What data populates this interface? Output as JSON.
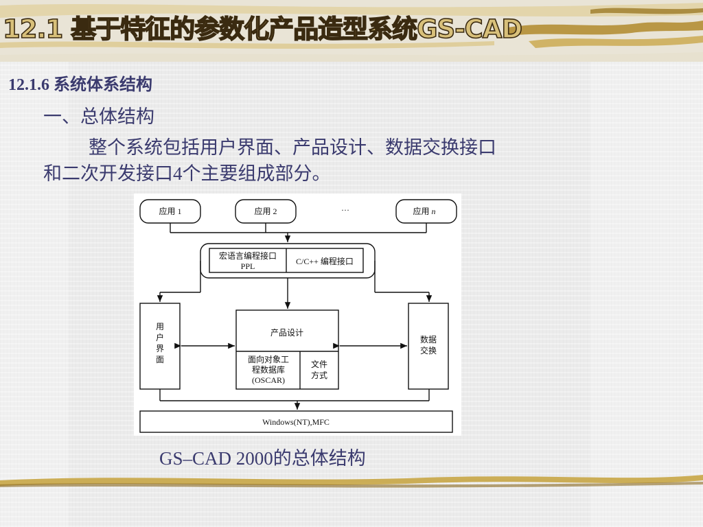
{
  "slide": {
    "title": "12.1 基于特征的参数化产品造型系统GS-CAD",
    "section_heading": "12.1.6  系统体系结构",
    "subheading": "一、总体结构",
    "paragraph_line1": "整个系统包括用户界面、产品设计、数据交换接口",
    "paragraph_line2": "和二次开发接口4个主要组成部分。",
    "caption": "GS–CAD  2000的总体结构"
  },
  "diagram": {
    "apps": {
      "app1": "应用 1",
      "app2": "应用 2",
      "ellipsis": "···",
      "appn_prefix": "应用 ",
      "appn_italic": "n"
    },
    "interfaces": {
      "macro_line1": "宏语言编程接口",
      "macro_line2": "PPL",
      "c_api": "C/C++ 编程接口"
    },
    "ui": {
      "c1": "用",
      "c2": "户",
      "c3": "界",
      "c4": "面"
    },
    "product_design": "产品设计",
    "oscar": {
      "line1": "面向对象工",
      "line2": "程数据库",
      "line3": "(OSCAR)"
    },
    "file_format": {
      "line1": "文件",
      "line2": "方式"
    },
    "data_exchange": {
      "line1": "数据",
      "line2": "交换"
    },
    "platform": "Windows(NT),MFC"
  },
  "colors": {
    "text": "#3a3a6e",
    "title_fill": "#d8c07a",
    "title_outline": "#3a2a10",
    "gold": "#c8a646"
  }
}
